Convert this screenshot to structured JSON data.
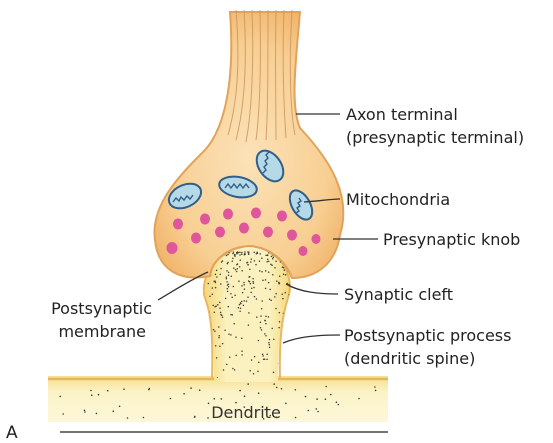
{
  "panel_letter": "A",
  "labels": {
    "axon_terminal_line1": "Axon terminal",
    "axon_terminal_line2": "(presynaptic terminal)",
    "mitochondria": "Mitochondria",
    "presynaptic_knob": "Presynaptic knob",
    "synaptic_cleft": "Synaptic cleft",
    "postsynaptic_membrane_line1": "Postsynaptic",
    "postsynaptic_membrane_line2": "membrane",
    "postsynaptic_process_line1": "Postsynaptic process",
    "postsynaptic_process_line2": "(dendritic spine)",
    "dendrite": "Dendrite"
  },
  "colors": {
    "presynaptic_fill": "#f8cf93",
    "presynaptic_outline": "#e3a25a",
    "mitochondria_fill": "#b5d9e6",
    "mitochondria_outline": "#2f5f8a",
    "vesicle_fill": "#e0569a",
    "dendrite_fill": "#faf0b3",
    "dendrite_outline": "#e3b75c",
    "stipple": "#3a3a3a"
  },
  "icons": {
    "mitochondria": "mitochondrion-shape",
    "vesicles": "synaptic-vesicle-dot"
  }
}
